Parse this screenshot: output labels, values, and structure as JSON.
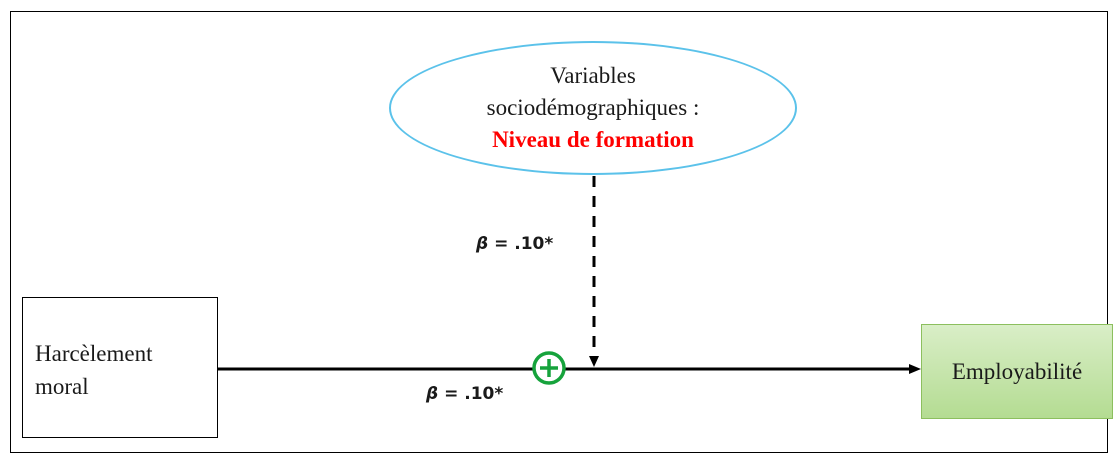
{
  "diagram": {
    "moderator": {
      "line1": "Variables",
      "line2": "sociodémographiques :",
      "line3": "Niveau de formation"
    },
    "predictor": {
      "line1": "Harcèlement",
      "line2": "moral"
    },
    "outcome": {
      "label": "Employabilité"
    },
    "moderation_path": {
      "symbol": "β",
      "value": "= .10*"
    },
    "direct_path": {
      "symbol": "β",
      "value": "= .10*"
    },
    "interaction_symbol": "+",
    "colors": {
      "ellipse_border": "#5bc2ea",
      "moderator_accent": "#ff0000",
      "plus_circle": "#16a33c",
      "outcome_fill": "#c6e6ac"
    }
  }
}
